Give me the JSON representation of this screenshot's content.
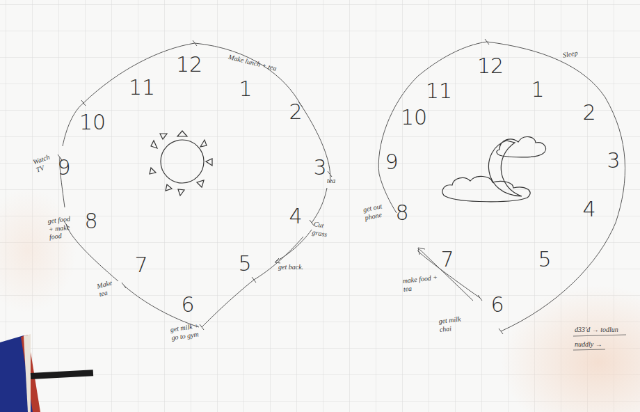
{
  "diagram": {
    "nodes": [
      {
        "text": [
          "12",
          "1",
          "2",
          "3",
          "4",
          "5",
          "6",
          "7",
          "8",
          "9",
          "10",
          "11"
        ]
      },
      {
        "text": [
          "12",
          "1",
          "2",
          "3",
          "4",
          "5",
          "6",
          "7",
          "8",
          "9",
          "10",
          "11"
        ]
      }
    ],
    "labels": [
      "Make lunch + tea",
      "tea",
      "Cut grass",
      "get back.",
      "get milk + go to gym",
      "Make tea",
      "get food + make food",
      "Watch TV",
      "Sleep",
      "get out phone",
      "make food + tea",
      "get milk chai",
      "d33'd → todlun",
      "nuddly →"
    ]
  }
}
